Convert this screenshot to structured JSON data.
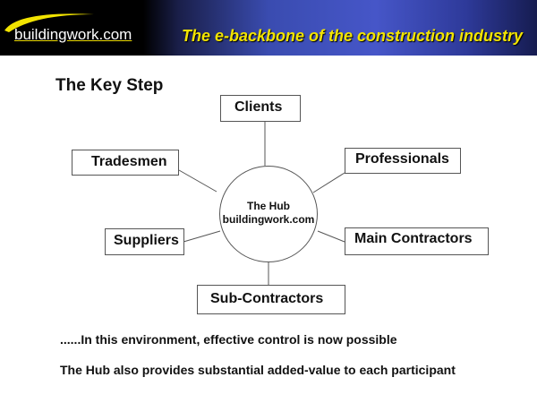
{
  "header": {
    "logo": "buildingwork.com",
    "tagline": "The e-backbone of the construction industry"
  },
  "title": "The Key Step",
  "hub": {
    "line1": "The Hub",
    "line2": "buildingwork.com"
  },
  "participants": {
    "clients": "Clients",
    "tradesmen": "Tradesmen",
    "professionals": "Professionals",
    "suppliers": "Suppliers",
    "main_contractors": "Main Contractors",
    "sub_contractors": "Sub-Contractors"
  },
  "notes": [
    "......In this environment, effective control is now  possible",
    "The Hub also provides substantial added-value to each participant"
  ]
}
